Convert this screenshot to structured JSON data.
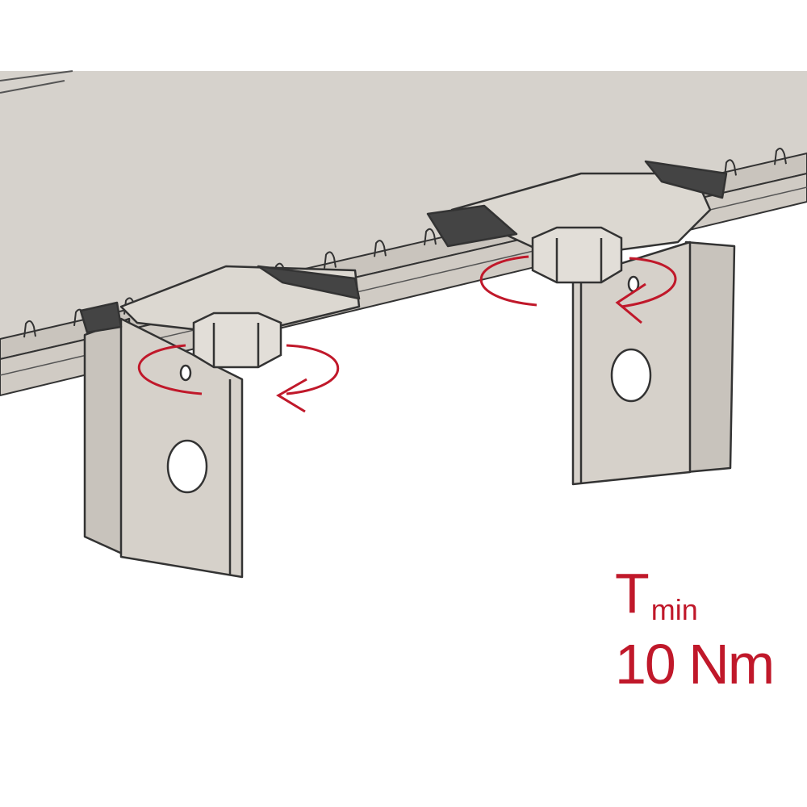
{
  "diagram": {
    "subject": "channel-bracket-assembly",
    "torque": {
      "symbol": "T",
      "subscript": "min",
      "value": "10 Nm"
    },
    "colors": {
      "accent": "#c0182a",
      "metal": "#d6d2cc",
      "outline": "#333333"
    }
  }
}
